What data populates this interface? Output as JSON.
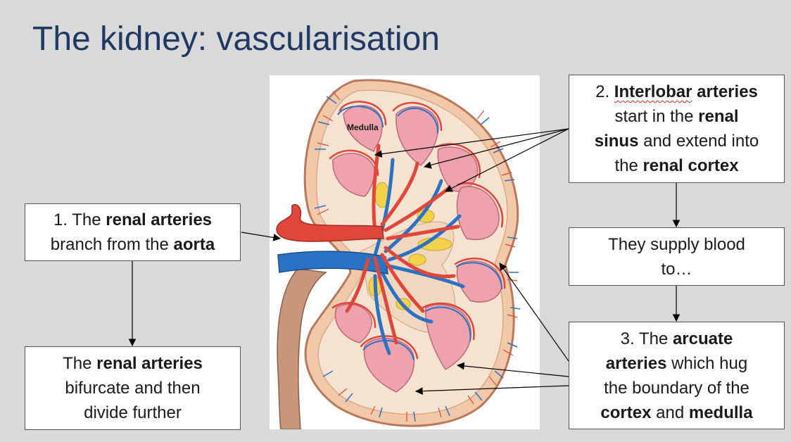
{
  "slide": {
    "title": "The kidney: vascularisation"
  },
  "image": {
    "label_medulla": "Medulla",
    "colors": {
      "artery": "#e0463a",
      "vein": "#2a73c4",
      "capsule": "#f2c9a8",
      "cortex": "#f6e3cf",
      "pyramid": "#eea2ad",
      "fat": "#f2d24a",
      "ureter": "#c8967a"
    }
  },
  "boxes": {
    "renal_arteries": {
      "num": "1. The ",
      "b1": "renal arteries",
      "t2": "branch from the ",
      "b2": "aorta"
    },
    "bifurcate": {
      "t1": "The ",
      "b1": "renal arteries",
      "t2": "bifurcate and then",
      "t3": "divide further"
    },
    "interlobar": {
      "num": "2. ",
      "b1": "Interlobar",
      "b1b": " arteries",
      "t2": "start in the ",
      "b2": "renal",
      "b3": "sinus",
      "t3": " and extend into",
      "t4": "the ",
      "b4": "renal cortex"
    },
    "supply": {
      "t1": "They supply blood",
      "t2": "to…"
    },
    "arcuate": {
      "num": "3. The ",
      "b1": "arcuate",
      "b2": "arteries",
      "t2": " which hug",
      "t3": "the boundary of the",
      "b4": "cortex",
      "t4": " and ",
      "b5": "medulla"
    }
  }
}
